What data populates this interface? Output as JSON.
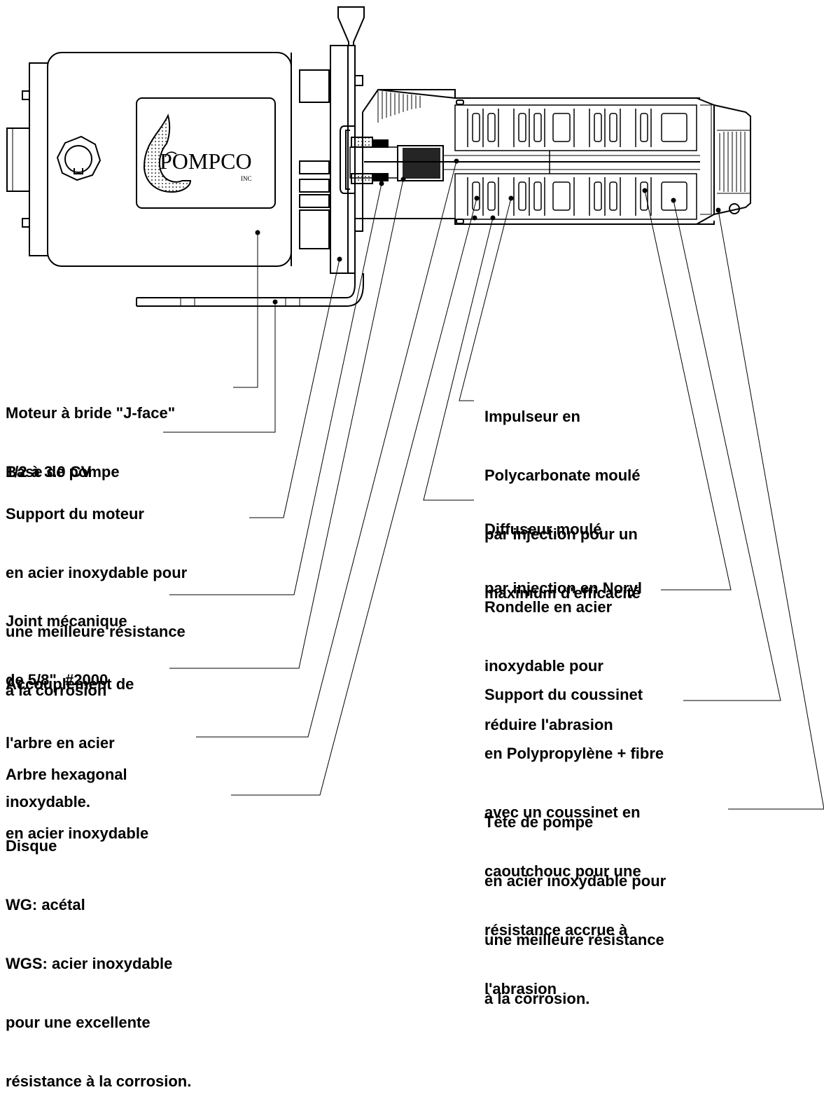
{
  "logo": {
    "name": "POMPCO",
    "suffix": "INC"
  },
  "labels": {
    "moteur": [
      "Moteur à bride \"J-face\"",
      "1/2 à 3.0 CV"
    ],
    "base": [
      "Base de pompe"
    ],
    "support_moteur": [
      "Support du moteur",
      "en acier inoxydable pour",
      "une meilleure résistance",
      "à la corrosion"
    ],
    "joint": [
      "Joint mécanique",
      "de 5/8\"  #2000"
    ],
    "accouplement": [
      "Accouplement de",
      "l'arbre en acier",
      "inoxydable."
    ],
    "arbre": [
      "Arbre hexagonal",
      "en acier inoxydable"
    ],
    "disque": [
      "Disque",
      "WG: acétal",
      "WGS: acier inoxydable",
      "pour une excellente",
      "résistance à la corrosion."
    ],
    "impulseur": [
      "Impulseur en",
      "Polycarbonate moulé",
      "par injection pour un",
      "maximum d'efficacité"
    ],
    "diffuseur": [
      "Diffuseur moulé",
      "par injection en Noryl"
    ],
    "rondelle": [
      "Rondelle en acier",
      "inoxydable pour",
      "réduire l'abrasion"
    ],
    "support_coussinet": [
      "Support du coussinet",
      "en Polypropylène + fibre",
      "avec un coussinet en",
      "caoutchouc pour une",
      "résistance accrue à",
      "l'abrasion"
    ],
    "tete": [
      "Tête de pompe",
      "en acier inoxydable pour",
      "une meilleure résistance",
      "à la corrosion."
    ]
  }
}
